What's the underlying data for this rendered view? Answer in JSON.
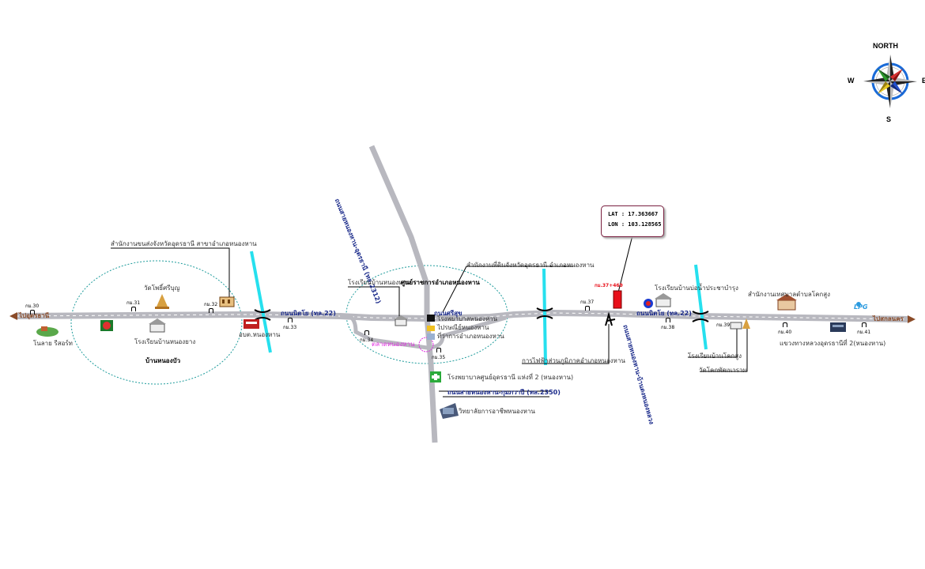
{
  "compass": {
    "north": "NORTH",
    "west": "W",
    "south": "S",
    "east": "E"
  },
  "coordinates": {
    "lat": "LAT : 17.363667",
    "lon": "LON : 103.128565"
  },
  "km_markers": {
    "k30": "กม.30",
    "k31": "กม.31",
    "k32": "กม.32",
    "k33": "กม.33",
    "k34": "กม.34",
    "k35": "กม.35",
    "k37": "กม.37",
    "k37_469": "กม.37+469",
    "k38": "กม.38",
    "k39": "กม.39",
    "k40": "กม.40",
    "k41": "กม.41"
  },
  "roads": {
    "to_udon": "ไปอุดรธานี",
    "to_sakon": "ไปสกลนคร",
    "nittayo_west": "ถนนนิตโย (ทล.22)",
    "nittayo_east": "ถนนนิตโย (ทล.22)",
    "sisuk": "ถนนศรีสุข",
    "road_2312": "ถนนสายหนองหาน-อุดรธานี (ทล.2312)",
    "road_2350": "ถนนสายหนองหาน-กุมภวาปี (ทล.2350)",
    "road_east_vertical": "ถนนสายหนองหาน-บ้านดงหนองหลวง"
  },
  "places": {
    "land_office_branch": "สำนักงานขนส่งจังหวัดอุดรธานี สาขาอำเภอหนองหาน",
    "wat_pho": "วัดโพธิ์ศรีบุญ",
    "nonglai": "โนลาย รีสอร์ท",
    "school_nongyong": "โรงเรียนบ้านหนองยาง",
    "ban_nongbua": "บ้านหนองบัว",
    "obt": "อบต.หนองหาน",
    "school_nonghan": "โรงเรียนบ้านหนองหาน",
    "district_center": "ศูนย์ราชการอำเภอหนองหาน",
    "land_office": "สำนักงานที่ดินจังหวัดอุดรธานี อำเภอหนองหาน",
    "hospital": "โรงพยาบาลหนองหาน",
    "post_office": "ไปรษณีย์หนองหาน",
    "district_office": "ที่ว่าการอำเภอหนองหาน",
    "market": "ตลาดหนองหาน",
    "hospital2": "โรงพยาบาลศูนย์อุดรธานี แห่งที่ 2 (หนองหาน)",
    "college": "วิทยาลัยการอาชีพหนองหาน",
    "pea": "การไฟฟ้าส่วนภูมิภาคอำเภอหนองหาน",
    "school_wangsai": "โรงเรียนบ้านบ่อน้ำประชาบำรุง",
    "muni": "สำนักงานเทศบาลตำบลโคกสูง",
    "school_khoksung": "โรงเรียนบ้านโคกสูง",
    "wat_khok": "วัดโคกพัฒนาราม",
    "highways_office": "แขวงทางหลวงอุดรธานีที่ 2(หนองหาน)",
    "lpg": "LPG"
  },
  "colors": {
    "road": "#b8b8bf",
    "road_dash": "#ffffff",
    "river": "#26e0ee",
    "ellipse": "#1f9c9c",
    "coord_border": "#7a2040",
    "road_label": "#1a2a8a",
    "marker_red": "#e8101a"
  }
}
